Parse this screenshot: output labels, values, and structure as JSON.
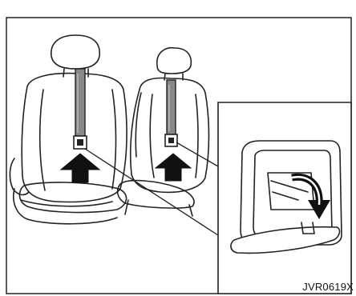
{
  "figure": {
    "code": "JVR0619X"
  },
  "colors": {
    "background": "#ffffff",
    "line": "#222222",
    "strap": "#888888",
    "arrow": "#111111"
  },
  "icons": {
    "direction_arrow": "up-arrow",
    "fold_arrow": "curved-down-arrow"
  }
}
